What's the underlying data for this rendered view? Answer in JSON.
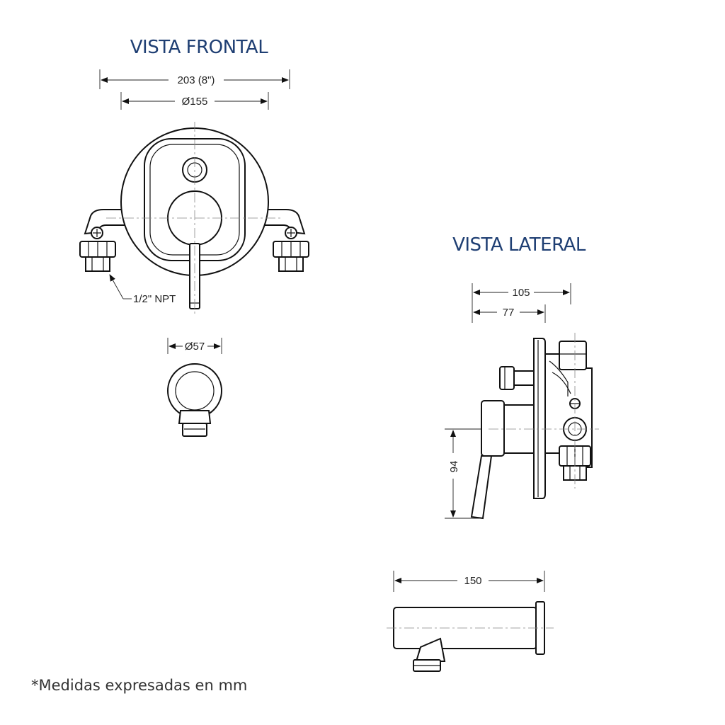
{
  "titles": {
    "front": "VISTA FRONTAL",
    "side": "VISTA LATERAL"
  },
  "dimensions": {
    "overall_width": "203 (8\")",
    "plate_diameter": "Ø155",
    "thread": "1/2\" NPT",
    "spout_diameter": "Ø57",
    "depth_total": "105",
    "depth_body": "77",
    "lever_height": "94",
    "spout_length": "150"
  },
  "note": "*Medidas expresadas en mm",
  "colors": {
    "title": "#1f3f73",
    "line": "#111111"
  }
}
